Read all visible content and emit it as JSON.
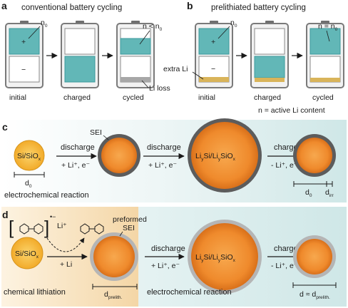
{
  "panel_a": {
    "label": "a",
    "title": "conventional battery cycling",
    "n0_label": "n",
    "n0_sub": "0",
    "plus_sign": "+",
    "minus_sign": "−",
    "n_less_prefix": "n < n",
    "n_less_sub": "0",
    "li_loss": "Li loss",
    "stage_initial": "initial",
    "stage_charged": "charged",
    "stage_cycled": "cycled"
  },
  "panel_b": {
    "label": "b",
    "title": "prelithiated battery cycling",
    "n0_label": "n",
    "n0_sub": "0",
    "plus_sign": "+",
    "minus_sign": "−",
    "extra_li": "extra Li",
    "n_equal_prefix": "n = n",
    "n_equal_sub": "0",
    "stage_initial": "initial",
    "stage_charged": "charged",
    "stage_cycled": "cycled",
    "footnote": "n = active Li content"
  },
  "panel_c": {
    "label": "c",
    "sisio_main": "Si/SiO",
    "sisio_sub": "x",
    "sei_label": "SEI",
    "discharge_label": "discharge",
    "li_in": "+ Li⁺, e⁻",
    "discharge2_label": "discharge",
    "li_in2": "+ Li⁺, e⁻",
    "big_li": "Li",
    "big_y": "y",
    "big_si": "Si/Li",
    "big_y2": "y",
    "big_siox": "SiO",
    "big_x": "x",
    "charge_label": "charge",
    "li_out": "- Li⁺, e⁻",
    "d0_label": "d",
    "d0_sub": "0",
    "d0_right": "d",
    "d0_right_sub": "0",
    "dirr_label": "d",
    "dirr_sub": "irr",
    "caption": "electrochemical reaction"
  },
  "panel_d": {
    "label": "d",
    "bracket_open": "[",
    "bracket_close": "]",
    "bracket_sup": "•−",
    "li_plus": "Li⁺",
    "plus_li": "+ Li",
    "sisio_main": "Si/SiO",
    "sisio_sub": "x",
    "preformed": "preformed",
    "sei_label": "SEI",
    "dpre_label": "d",
    "dpre_sub": "prelith.",
    "discharge_label": "discharge",
    "li_in": "+ Li⁺, e⁻",
    "big_li": "Li",
    "big_y": "y",
    "big_si": "Si/Li",
    "big_y2": "y",
    "big_siox": "SiO",
    "big_x": "x",
    "charge_label": "charge",
    "li_out": "- Li⁺, e⁻",
    "approx_label": "d ≈ d",
    "approx_sub": "prelith.",
    "caption_left": "chemical lithiation",
    "caption_right": "electrochemical reaction"
  },
  "colors": {
    "teal": "#62b7b7",
    "teal_dark": "#3c9a9c",
    "li_gold": "#d9b45a",
    "li_gray": "#a7a7a7",
    "orange": "#ef8a2c",
    "sei_dark": "#5c5c5c",
    "sei_light": "#b5b5b5",
    "bg_teal": "#d7ecec",
    "bg_peach": "#f7dfb7"
  }
}
